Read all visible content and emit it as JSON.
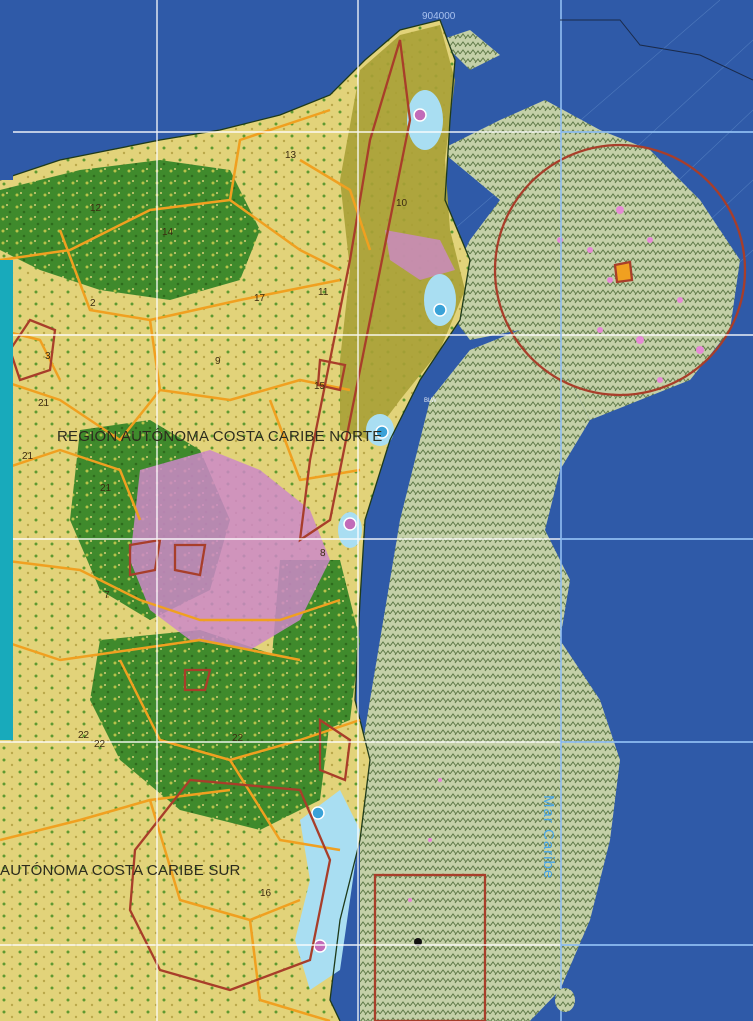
{
  "map": {
    "grid_label": "904000",
    "regions": {
      "north": "REGIÓN AUTÓNOMA COSTA CARIBE NORTE",
      "south": "AUTÓNOMA COSTA CARIBE SUR"
    },
    "sea_label": "Mar Caribe",
    "small_label": "BLW",
    "unit_numbers": [
      "13",
      "12",
      "14",
      "10",
      "2",
      "17",
      "11",
      "3",
      "9",
      "15",
      "21",
      "21",
      "21",
      "8",
      "7",
      "22",
      "22",
      "22",
      "16"
    ],
    "colors": {
      "sea": "#2f5aa8",
      "land_yellow": "#e2d37a",
      "land_olive": "#a9a036",
      "forest_green": "#3f8a2c",
      "pink": "#cc88c8",
      "lagoon": "#a9def2",
      "boundary_orange": "#f0a020",
      "protected_brown": "#a83e2a",
      "reef_pale": "#b8c8a0",
      "grid": "#ffffff",
      "teal_band": "#18aabb"
    }
  }
}
